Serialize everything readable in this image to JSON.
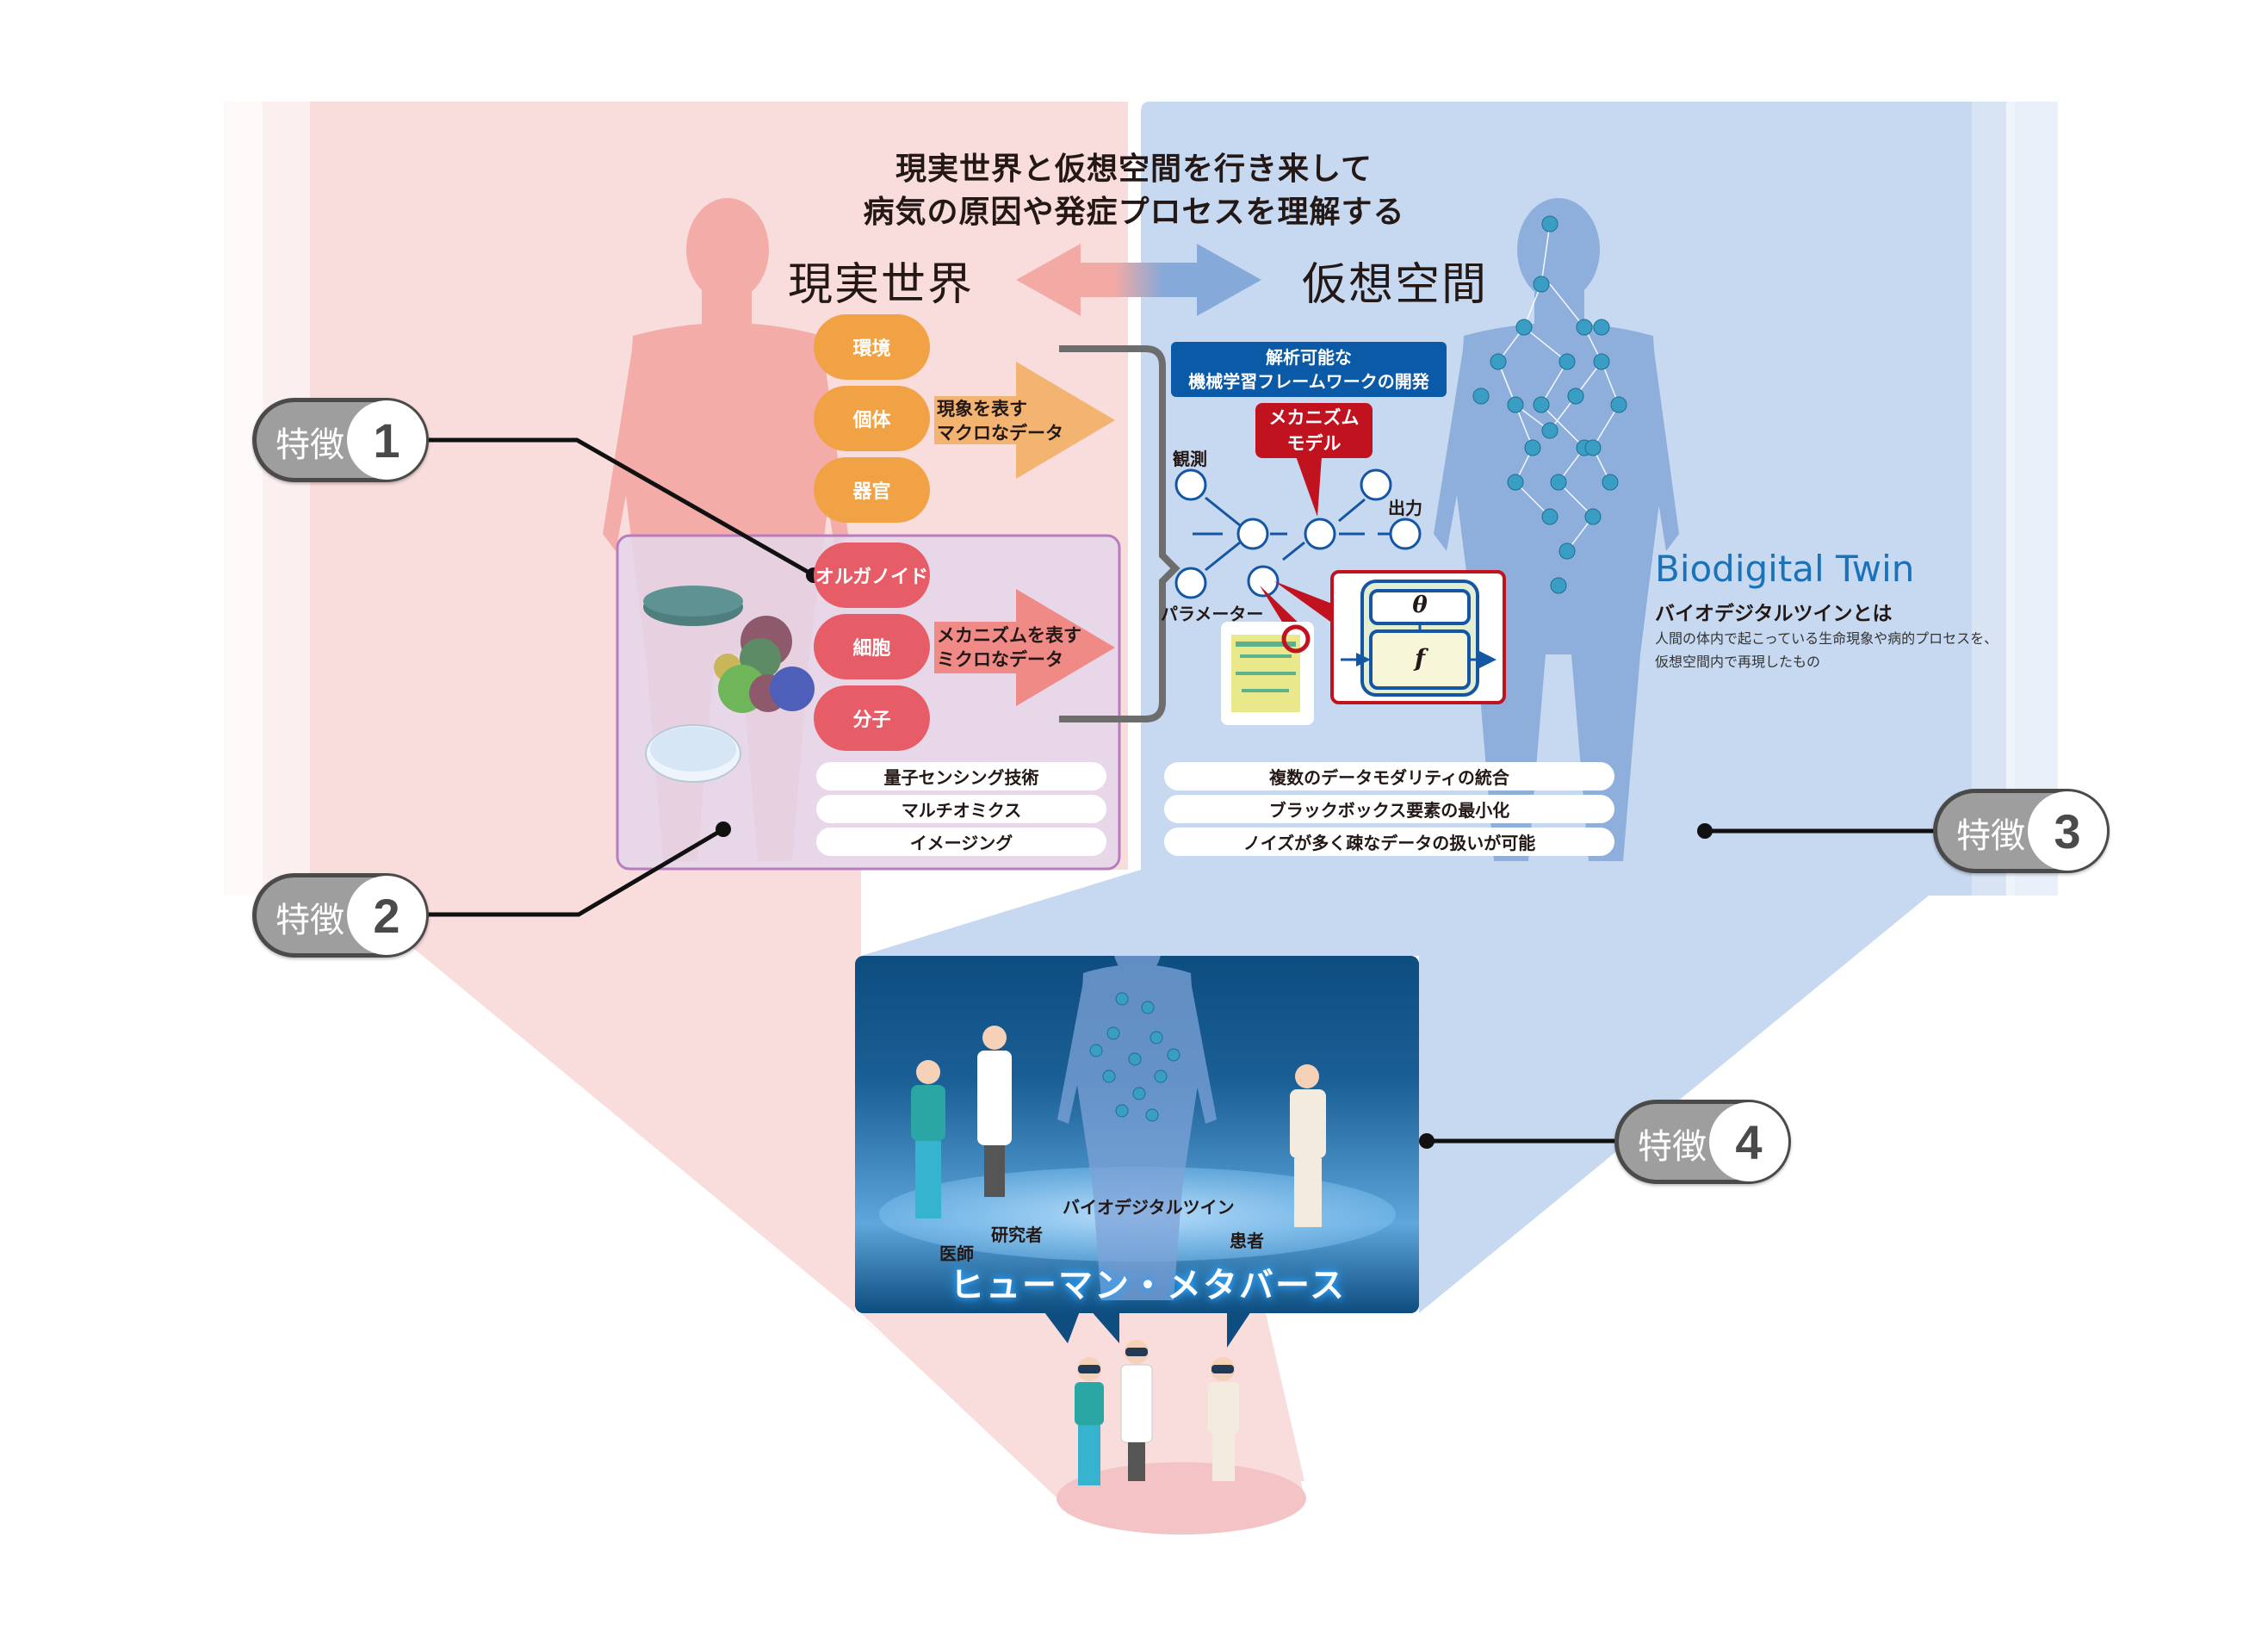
{
  "title": {
    "line1": "現実世界と仮想空間を行き来して",
    "line2": "病気の原因や発症プロセスを理解する"
  },
  "real_world": {
    "label": "現実世界",
    "macro_items": [
      "環境",
      "個体",
      "器官"
    ],
    "macro_arrow_label": [
      "現象を表す",
      "マクロなデータ"
    ],
    "micro_items": [
      "オルガノイド",
      "細胞",
      "分子"
    ],
    "micro_arrow_label": [
      "メカニズムを表す",
      "ミクロなデータ"
    ],
    "technologies": [
      "量子センシング技術",
      "マルチオミクス",
      "イメージング"
    ]
  },
  "virtual_space": {
    "label": "仮想空間",
    "framework_header": [
      "解析可能な",
      "機械学習フレームワークの開発"
    ],
    "mechanism_callout": [
      "メカニズム",
      "モデル"
    ],
    "node_labels": {
      "observation": "観測",
      "parameter": "パラメーター",
      "output": "出力"
    },
    "model_symbols": {
      "theta": "θ",
      "f": "f"
    },
    "features": [
      "複数のデータモダリティの統合",
      "ブラックボックス要素の最小化",
      "ノイズが多く疎なデータの扱いが可能"
    ]
  },
  "biodigital_twin": {
    "title": "Biodigital Twin",
    "subtitle": "バイオデジタルツインとは",
    "description_line1": "人間の体内で起こっている生命現象や病的プロセスを、",
    "description_line2": "仮想空間内で再現したもの"
  },
  "metaverse": {
    "title": "ヒューマン・メタバース",
    "labels": {
      "doctor": "医師",
      "researcher": "研究者",
      "twin": "バイオデジタルツイン",
      "patient": "患者"
    }
  },
  "badges": [
    {
      "text": "特徴",
      "number": "1"
    },
    {
      "text": "特徴",
      "number": "2"
    },
    {
      "text": "特徴",
      "number": "3"
    },
    {
      "text": "特徴",
      "number": "4"
    }
  ],
  "colors": {
    "real_panel": "#f9dcdc",
    "virtual_panel": "#c7d9f0",
    "orange_pill": "#f1a244",
    "red_pill": "#e75d67",
    "purple_box": "#e4d6ea",
    "framework_blue": "#0b5aa7",
    "mechanism_red": "#c1121f",
    "biodigital_blue": "#1c72b8",
    "metaverse_navy": "#0d4d80"
  }
}
